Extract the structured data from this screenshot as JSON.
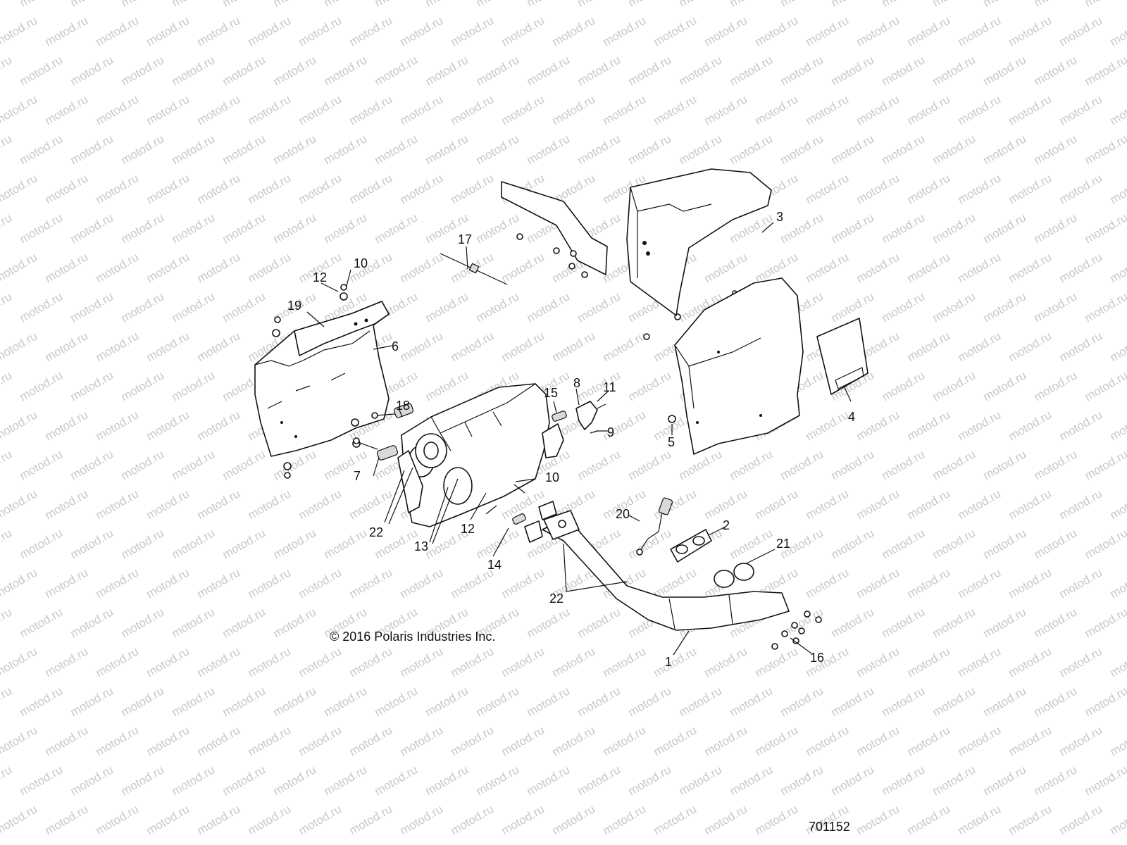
{
  "watermark": {
    "text": "motod.ru"
  },
  "copyright": "© 2016  Polaris Industries Inc.",
  "diagram_number": "701152",
  "callouts": {
    "c1": "1",
    "c2": "2",
    "c3": "3",
    "c4": "4",
    "c5": "5",
    "c6": "6",
    "c7": "7",
    "c8": "8",
    "c9": "9",
    "c10a": "10",
    "c10b": "10",
    "c11": "11",
    "c12a": "12",
    "c12b": "12",
    "c13": "13",
    "c14": "14",
    "c15": "15",
    "c16": "16",
    "c17": "17",
    "c18": "18",
    "c19": "19",
    "c20": "20",
    "c21": "21",
    "c22a": "22",
    "c22b": "22"
  }
}
